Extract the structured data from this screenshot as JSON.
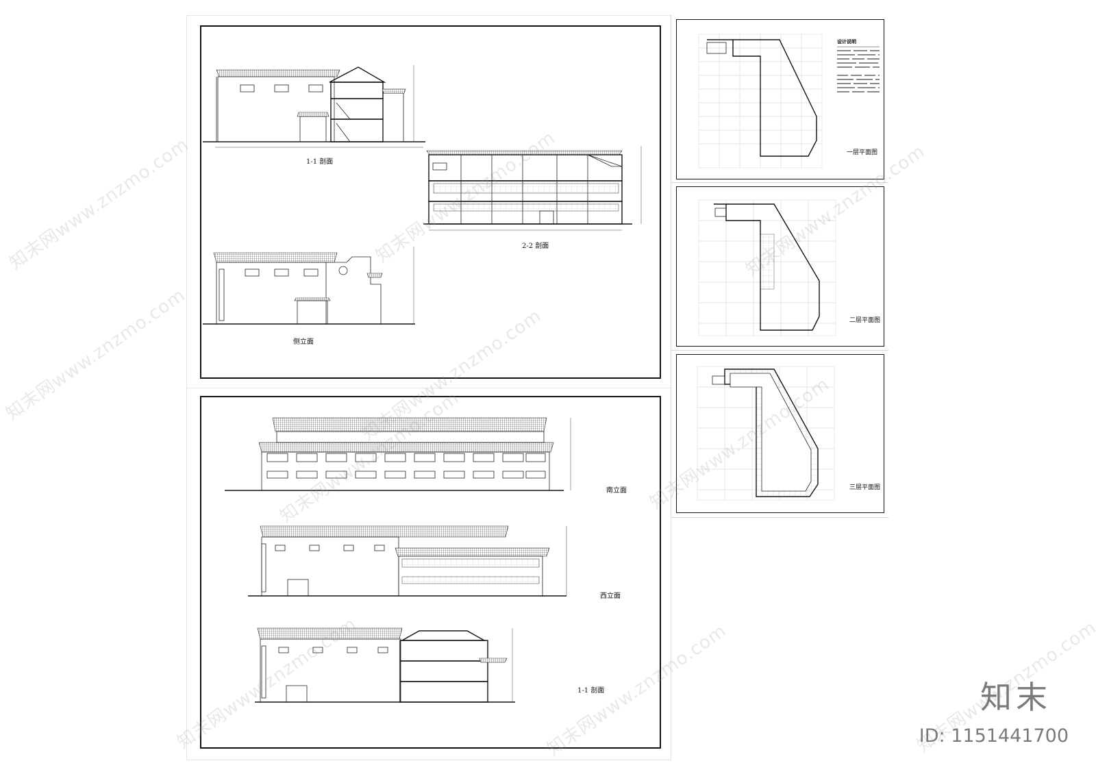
{
  "sheet_left": {
    "top_panel_labels": {
      "section_1": "1-1 剖面",
      "section_2": "2-2 剖面",
      "side_elevation": "侧立面"
    },
    "bottom_panel_labels": {
      "south_elevation": "南立面",
      "west_elevation": "西立面",
      "section_1b": "1-1 剖面"
    }
  },
  "sheet_right": {
    "plan_1": {
      "title": "一层平面图",
      "notes_title": "设计说明"
    },
    "plan_2": {
      "title": "二层平面图"
    },
    "plan_3": {
      "title": "三层平面图"
    }
  },
  "watermark": {
    "text": "知末网www.znzmo.com",
    "brand": "知末",
    "id": "ID: 1151441700"
  }
}
